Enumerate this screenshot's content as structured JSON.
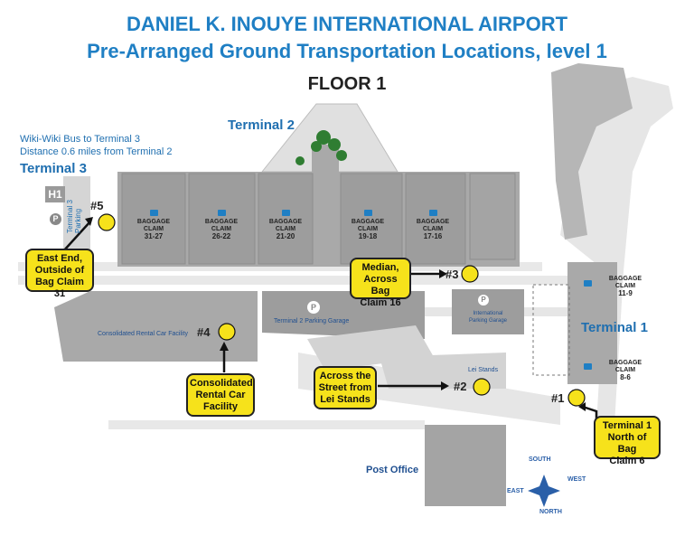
{
  "header": {
    "title": "DANIEL K. INOUYE INTERNATIONAL AIRPORT",
    "subtitle": "Pre-Arranged Ground Transportation  Locations,  level 1",
    "floor": "FLOOR 1"
  },
  "map": {
    "terminal2": "Terminal 2",
    "terminal3": "Terminal 3",
    "terminal1": "Terminal 1",
    "wiki_line1": "Wiki-Wiki Bus to Terminal 3",
    "wiki_line2": "Distance 0.6 miles from Terminal 2",
    "h1": "H1",
    "parking_icon": "P",
    "t3_parking": "Terminal 3 Parking",
    "rental_facility": "Consolidated Rental Car Facility",
    "t2_garage": "Terminal 2 Parking Garage",
    "intl_garage_1": "International",
    "intl_garage_2": "Parking Garage",
    "lei_stands": "Lei Stands",
    "post_office": "Post Office",
    "compass": {
      "south": "SOUTH",
      "west": "WEST",
      "east": "EAST",
      "north": "NORTH"
    }
  },
  "baggage_claims": [
    {
      "label": "BAGGAGE",
      "label2": "CLAIM",
      "range": "31-27"
    },
    {
      "label": "BAGGAGE",
      "label2": "CLAIM",
      "range": "26-22"
    },
    {
      "label": "BAGGAGE",
      "label2": "CLAIM",
      "range": "21-20"
    },
    {
      "label": "BAGGAGE",
      "label2": "CLAIM",
      "range": "19-18"
    },
    {
      "label": "BAGGAGE",
      "label2": "CLAIM",
      "range": "17-16"
    },
    {
      "label": "BAGGAGE",
      "label2": "CLAIM",
      "range": "11-9"
    },
    {
      "label": "BAGGAGE",
      "label2": "CLAIM",
      "range": "8-6"
    }
  ],
  "markers": {
    "m1": "#1",
    "m2": "#2",
    "m3": "#3",
    "m4": "#4",
    "m5": "#5"
  },
  "callouts": {
    "c5": [
      "East End,",
      "Outside of",
      "Bag Claim 31"
    ],
    "c3": [
      "Median,",
      "Across Bag",
      "Claim 16"
    ],
    "c4": [
      "Consolidated",
      "Rental Car",
      "Facility"
    ],
    "c2": [
      "Across the",
      "Street from",
      "Lei Stands"
    ],
    "c1": [
      "Terminal 1",
      "North of Bag",
      "Claim 6"
    ]
  },
  "colors": {
    "title": "#1f7fc4",
    "callout": "#f6e21b",
    "building": "#9a9a9a",
    "road": "#e6e6e6"
  }
}
